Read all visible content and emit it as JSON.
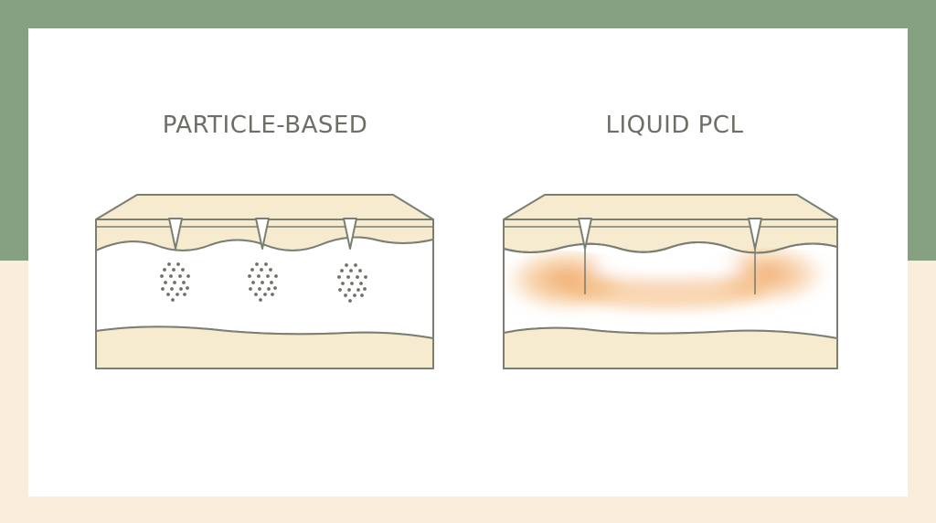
{
  "colors": {
    "frame_green": "#86a182",
    "background_cream": "#f8eedb",
    "card_white": "#ffffff",
    "skin_fill": "#f6ebcf",
    "outline": "#7b7f73",
    "title_text": "#6b6f64",
    "particle_dots": "#6f7268",
    "liquid_orange": "#f0a35e"
  },
  "panels": {
    "left": {
      "title": "PARTICLE-BASED",
      "icon": "particle-dots"
    },
    "right": {
      "title": "LIQUID PCL",
      "icon": "liquid-diffusion"
    }
  }
}
